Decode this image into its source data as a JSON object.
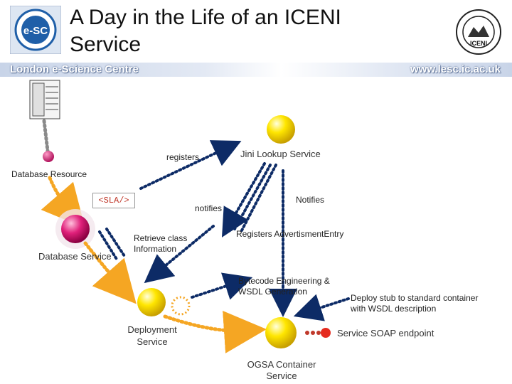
{
  "header": {
    "title": "A Day in the Life of an ICENI Service",
    "left_logo_text": "e-SC",
    "right_logo_text": "ICENI",
    "banner_left": "London e-Science Centre",
    "banner_right": "www.lesc.ic.ac.uk"
  },
  "diagram": {
    "labels": {
      "registers": "registers",
      "jini_lookup": "Jini Lookup Service",
      "database_resource": "Database Resource",
      "sla": "<SLA/>",
      "notifies_lower": "notifies",
      "notifies_upper": "Notifies",
      "retrieve_class": "Retrieve class Information",
      "registers_adv": "Registers AdvertismentEntry",
      "database_service": "Database Service",
      "bytecode": "Bytecode Engineering & WSDL Generation",
      "deploy_stub": "Deploy stub to standard container with WSDL description",
      "deployment_service": "Deployment Service",
      "soap_endpoint": "Service SOAP endpoint",
      "ogsa_container": "OGSA Container Service"
    },
    "colors": {
      "arrow_navy": "#0d2b66",
      "arrow_orange": "#f5a623",
      "arrow_grey": "#8a8a8a",
      "node_yellow": "#ffe000",
      "node_pink": "#e0207a",
      "endpoint_red": "#e52b1f"
    }
  }
}
